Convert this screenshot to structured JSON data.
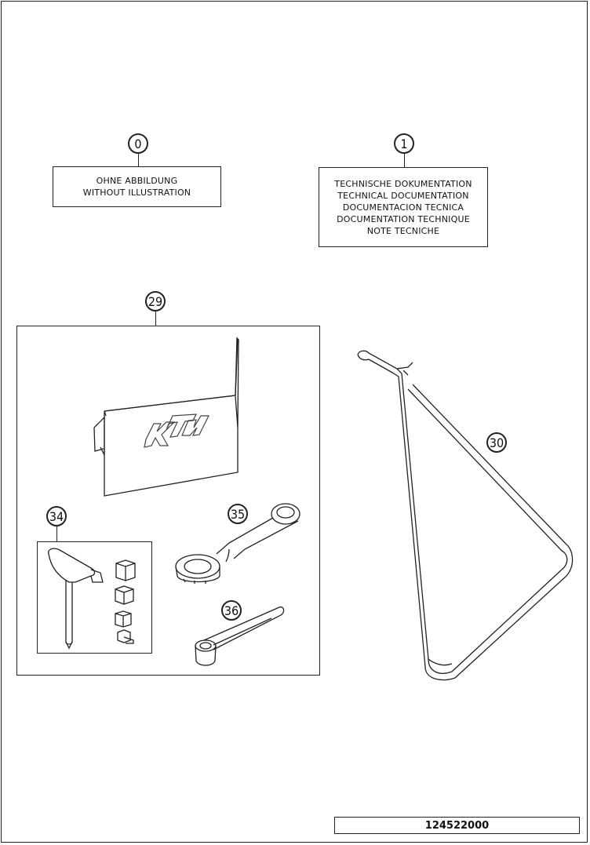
{
  "callouts": {
    "c0": "0",
    "c1": "1",
    "c29": "29",
    "c30": "30",
    "c34": "34",
    "c35": "35",
    "c36": "36"
  },
  "label_without_illustration": [
    "OHNE ABBILDUNG",
    "WITHOUT ILLUSTRATION"
  ],
  "label_technical_documentation": [
    "TECHNISCHE DOKUMENTATION",
    "TECHNICAL DOCUMENTATION",
    "DOCUMENTACION TECNICA",
    "DOCUMENTATION TECHNIQUE",
    "NOTE TECNICHE"
  ],
  "logo_text": "KTM",
  "part_number": "124522000"
}
